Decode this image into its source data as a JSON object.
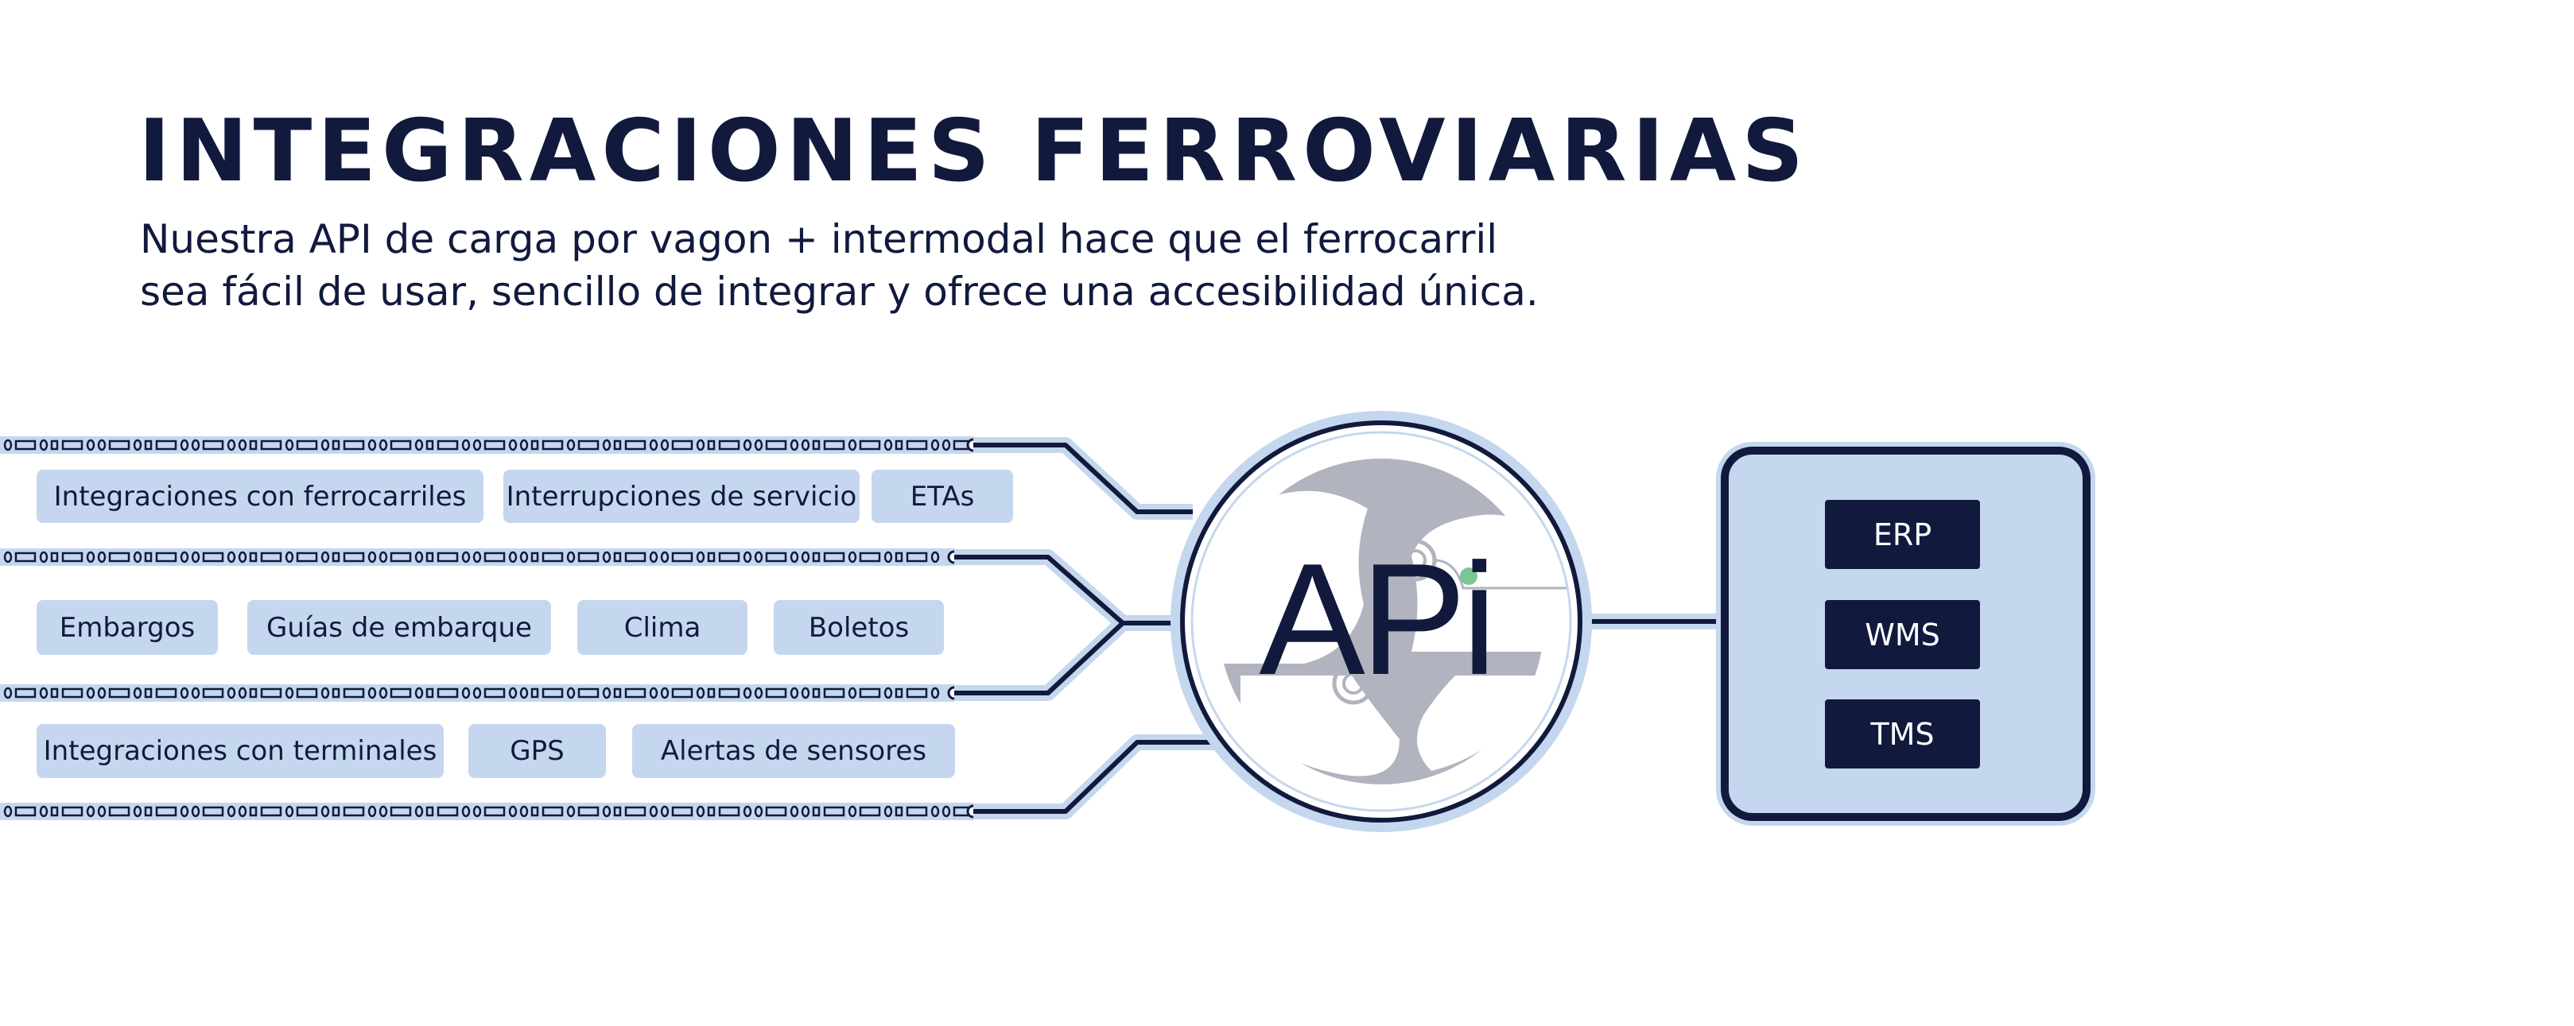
{
  "header": {
    "title": "INTEGRACIONES FERROVIARIAS",
    "subtitle_line1": "Nuestra API de carga por vagon + intermodal hace que el ferrocarril",
    "subtitle_line2": "sea fácil de usar, sencillo de integrar y ofrece una accesibilidad única."
  },
  "features": {
    "row1": [
      "Integraciones con ferrocarriles",
      "Interrupciones de servicio",
      "ETAs"
    ],
    "row2": [
      "Embargos",
      "Guías de embarque",
      "Clima",
      "Boletos"
    ],
    "row3": [
      "Integraciones con terminales",
      "GPS",
      "Alertas de sensores"
    ]
  },
  "hub": {
    "label": "APi"
  },
  "systems": [
    "ERP",
    "WMS",
    "TMS"
  ],
  "colors": {
    "navy": "#111a3d",
    "light_blue": "#c5d7ee",
    "gray": "#b1b3bf",
    "green": "#7cc694"
  }
}
